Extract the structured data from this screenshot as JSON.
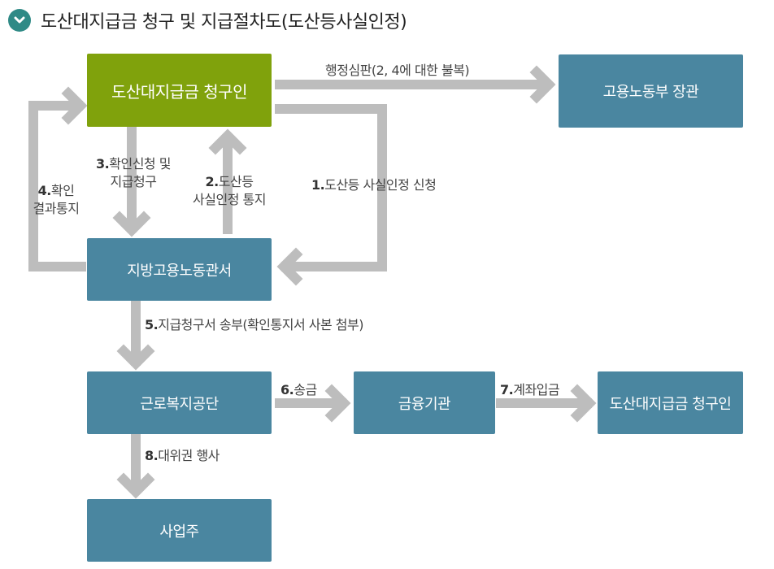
{
  "header": {
    "title": "도산대지급금 청구 및 지급절차도(도산등사실인정)",
    "icon": "chevron-down-icon"
  },
  "colors": {
    "box": "#4a86a0",
    "claimant": "#80a20c",
    "arrow": "#bdbdbd",
    "header_icon": "#2f8a86"
  },
  "boxes": {
    "claimant": "도산대지급금 청구인",
    "ministry": "고용노동부 장관",
    "local_office": "지방고용노동관서",
    "welfare": "근로복지공단",
    "bank": "금융기관",
    "claimant2": "도산대지급금 청구인",
    "employer": "사업주"
  },
  "labels": {
    "admin_appeal": "행정심판(2, 4에 대한 불복)",
    "s1": {
      "num": "1.",
      "text": "도산등 사실인정 신청"
    },
    "s2": {
      "num": "2.",
      "line1": "도산등",
      "line2": "사실인정 통지"
    },
    "s3": {
      "num": "3.",
      "line1": "확인신청 및",
      "line2": "지급청구"
    },
    "s4": {
      "num": "4.",
      "line1": "확인",
      "line2": "결과통지"
    },
    "s5": {
      "num": "5.",
      "text": "지급청구서 송부(확인통지서 사본 첨부)"
    },
    "s6": {
      "num": "6.",
      "text": "송금"
    },
    "s7": {
      "num": "7.",
      "text": "계좌입금"
    },
    "s8": {
      "num": "8.",
      "text": "대위권 행사"
    }
  }
}
